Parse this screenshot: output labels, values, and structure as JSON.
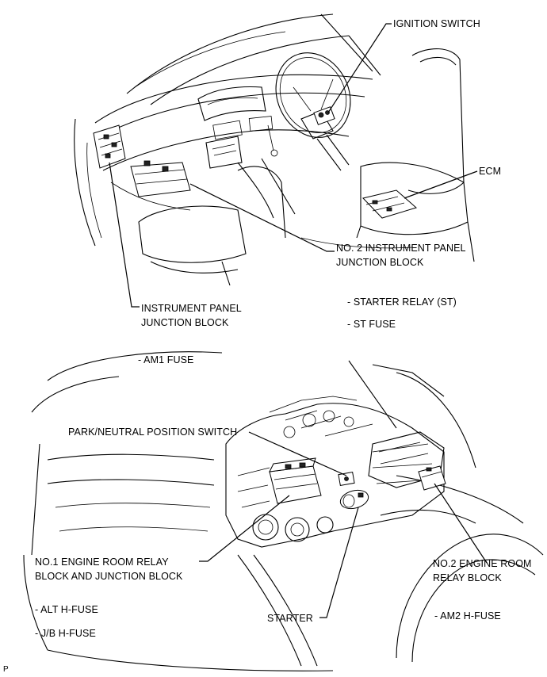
{
  "labels": {
    "ignition_switch": "IGNITION SWITCH",
    "ecm": "ECM",
    "no2_ip_jb_line1": "NO. 2 INSTRUMENT PANEL",
    "no2_ip_jb_line2": "JUNCTION BLOCK",
    "ip_jb_line1": "INSTRUMENT PANEL",
    "ip_jb_line2": "JUNCTION BLOCK",
    "starter_relay": "- STARTER RELAY (ST)",
    "st_fuse": "- ST FUSE",
    "am1_fuse": "- AM1 FUSE",
    "park_neutral": "PARK/NEUTRAL POSITION SWITCH",
    "no1_er_line1": "NO.1 ENGINE ROOM RELAY",
    "no1_er_line2": "BLOCK AND JUNCTION BLOCK",
    "no2_er_line1": "NO.2 ENGINE ROOM",
    "no2_er_line2": "RELAY BLOCK",
    "alt_hfuse": "- ALT H-FUSE",
    "jb_hfuse": "- J/B H-FUSE",
    "starter": "STARTER",
    "am2_hfuse": "- AM2 H-FUSE",
    "corner_mark": "P"
  }
}
